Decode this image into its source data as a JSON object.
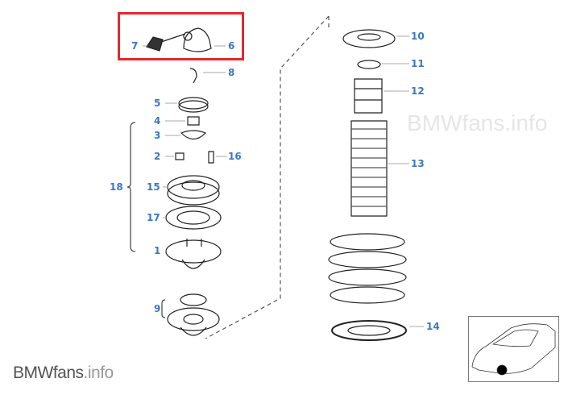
{
  "watermark": "BMWfans.info",
  "logo": {
    "brand": "BMWfans",
    "suffix": ".info"
  },
  "callouts": [
    {
      "id": "7",
      "label": "7"
    },
    {
      "id": "6",
      "label": "6"
    },
    {
      "id": "8",
      "label": "8"
    },
    {
      "id": "5",
      "label": "5"
    },
    {
      "id": "4",
      "label": "4"
    },
    {
      "id": "3",
      "label": "3"
    },
    {
      "id": "2",
      "label": "2"
    },
    {
      "id": "16",
      "label": "16"
    },
    {
      "id": "18",
      "label": "18"
    },
    {
      "id": "15",
      "label": "15"
    },
    {
      "id": "17",
      "label": "17"
    },
    {
      "id": "1",
      "label": "1"
    },
    {
      "id": "9",
      "label": "9"
    },
    {
      "id": "10",
      "label": "10"
    },
    {
      "id": "11",
      "label": "11"
    },
    {
      "id": "12",
      "label": "12"
    },
    {
      "id": "13",
      "label": "13"
    },
    {
      "id": "14",
      "label": "14"
    }
  ],
  "colors": {
    "callout": "#3a78c0",
    "highlight": "#e8262b"
  }
}
